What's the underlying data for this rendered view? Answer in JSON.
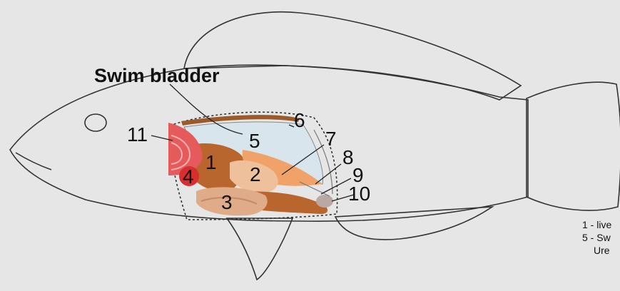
{
  "diagram": {
    "title_label": "Swim bladder",
    "organ_labels": [
      "1",
      "2",
      "3",
      "4",
      "5",
      "6",
      "7",
      "8",
      "9",
      "10",
      "11"
    ],
    "legend_lines": [
      "1 - live",
      "5 - Sw",
      "Ure"
    ],
    "colors": {
      "background": "#e6e6e6",
      "liver": "#b8652e",
      "stomach": "#efc09c",
      "intestine": "#e0ab88",
      "spleen": "#d92e2e",
      "swim_bladder": "#d8e5ec",
      "kidney": "#9a5a2a",
      "gonad": "#f0a268",
      "heart": "#e55a5a"
    }
  }
}
